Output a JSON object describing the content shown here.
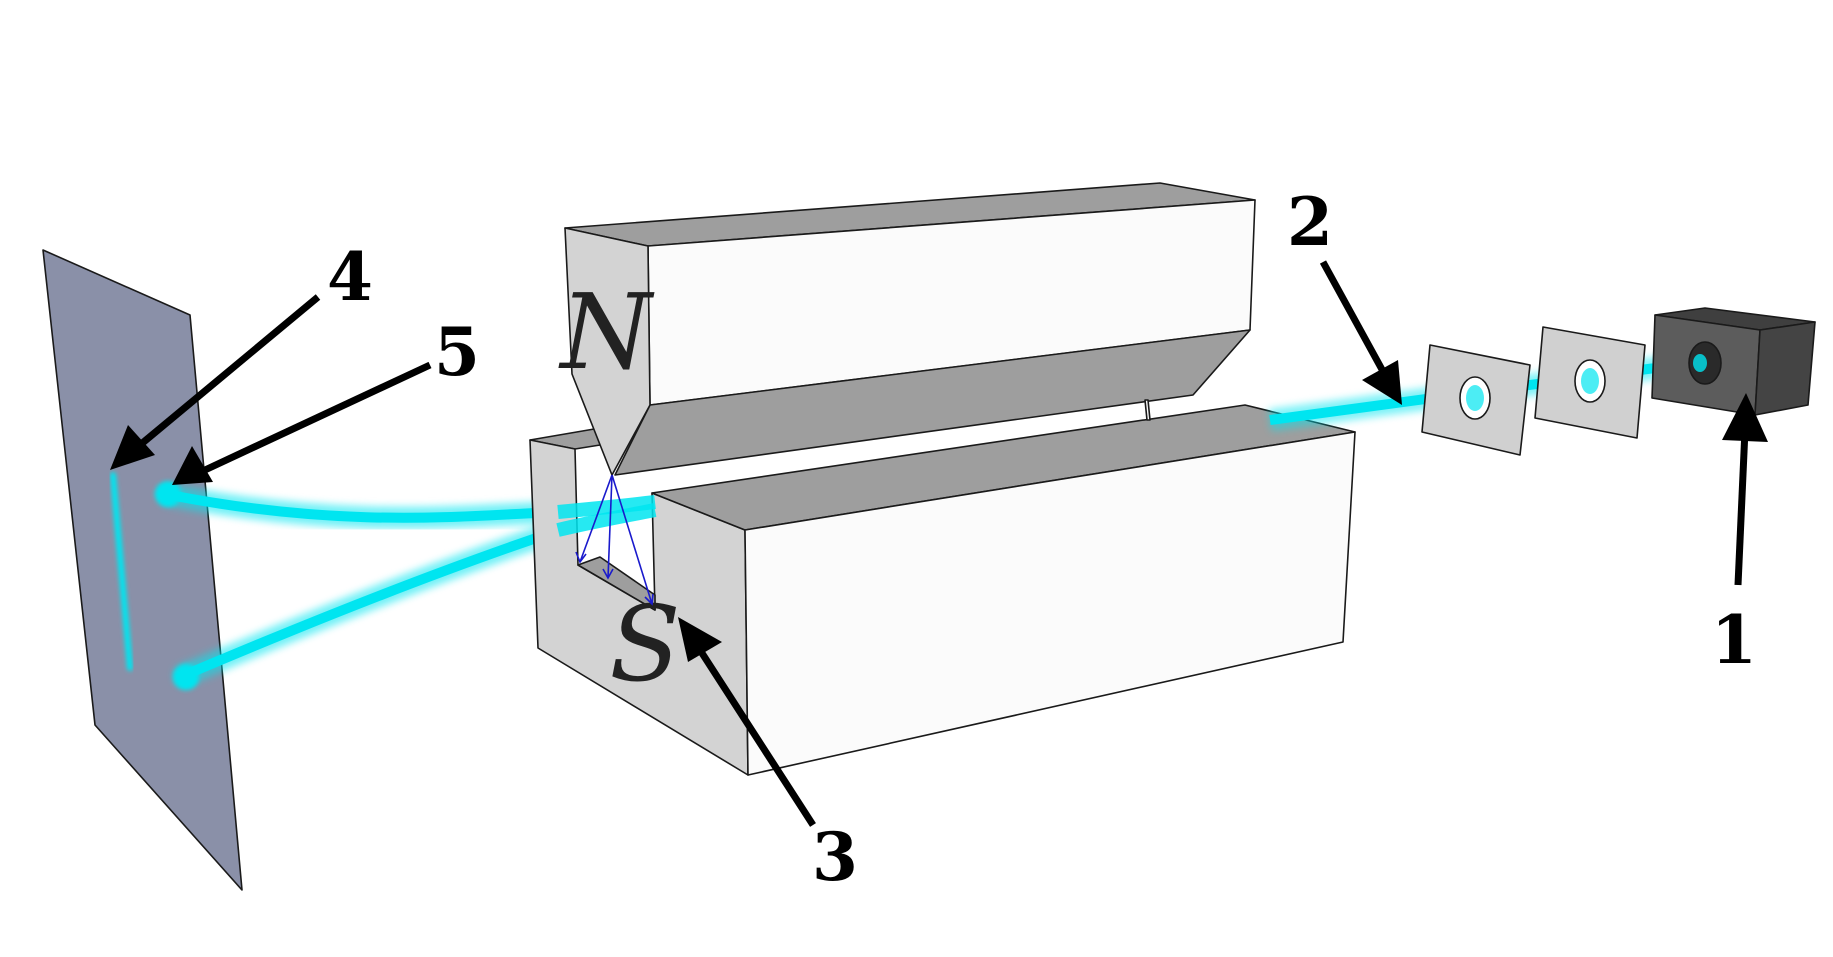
{
  "diagram": {
    "callouts": [
      "1",
      "2",
      "3",
      "4",
      "5"
    ],
    "magnet": {
      "north_label": "N",
      "south_label": "S"
    },
    "colors": {
      "beam": "#00e5f0",
      "screen": "#8a90a8",
      "magnet_face_light": "#fbfbfb",
      "magnet_face_mid": "#d3d3d3",
      "magnet_face_dark": "#9e9e9e",
      "oven": "#5c5c5c",
      "slit_plate": "#d0d0d0",
      "field_arrows": "#1a1acc"
    }
  }
}
